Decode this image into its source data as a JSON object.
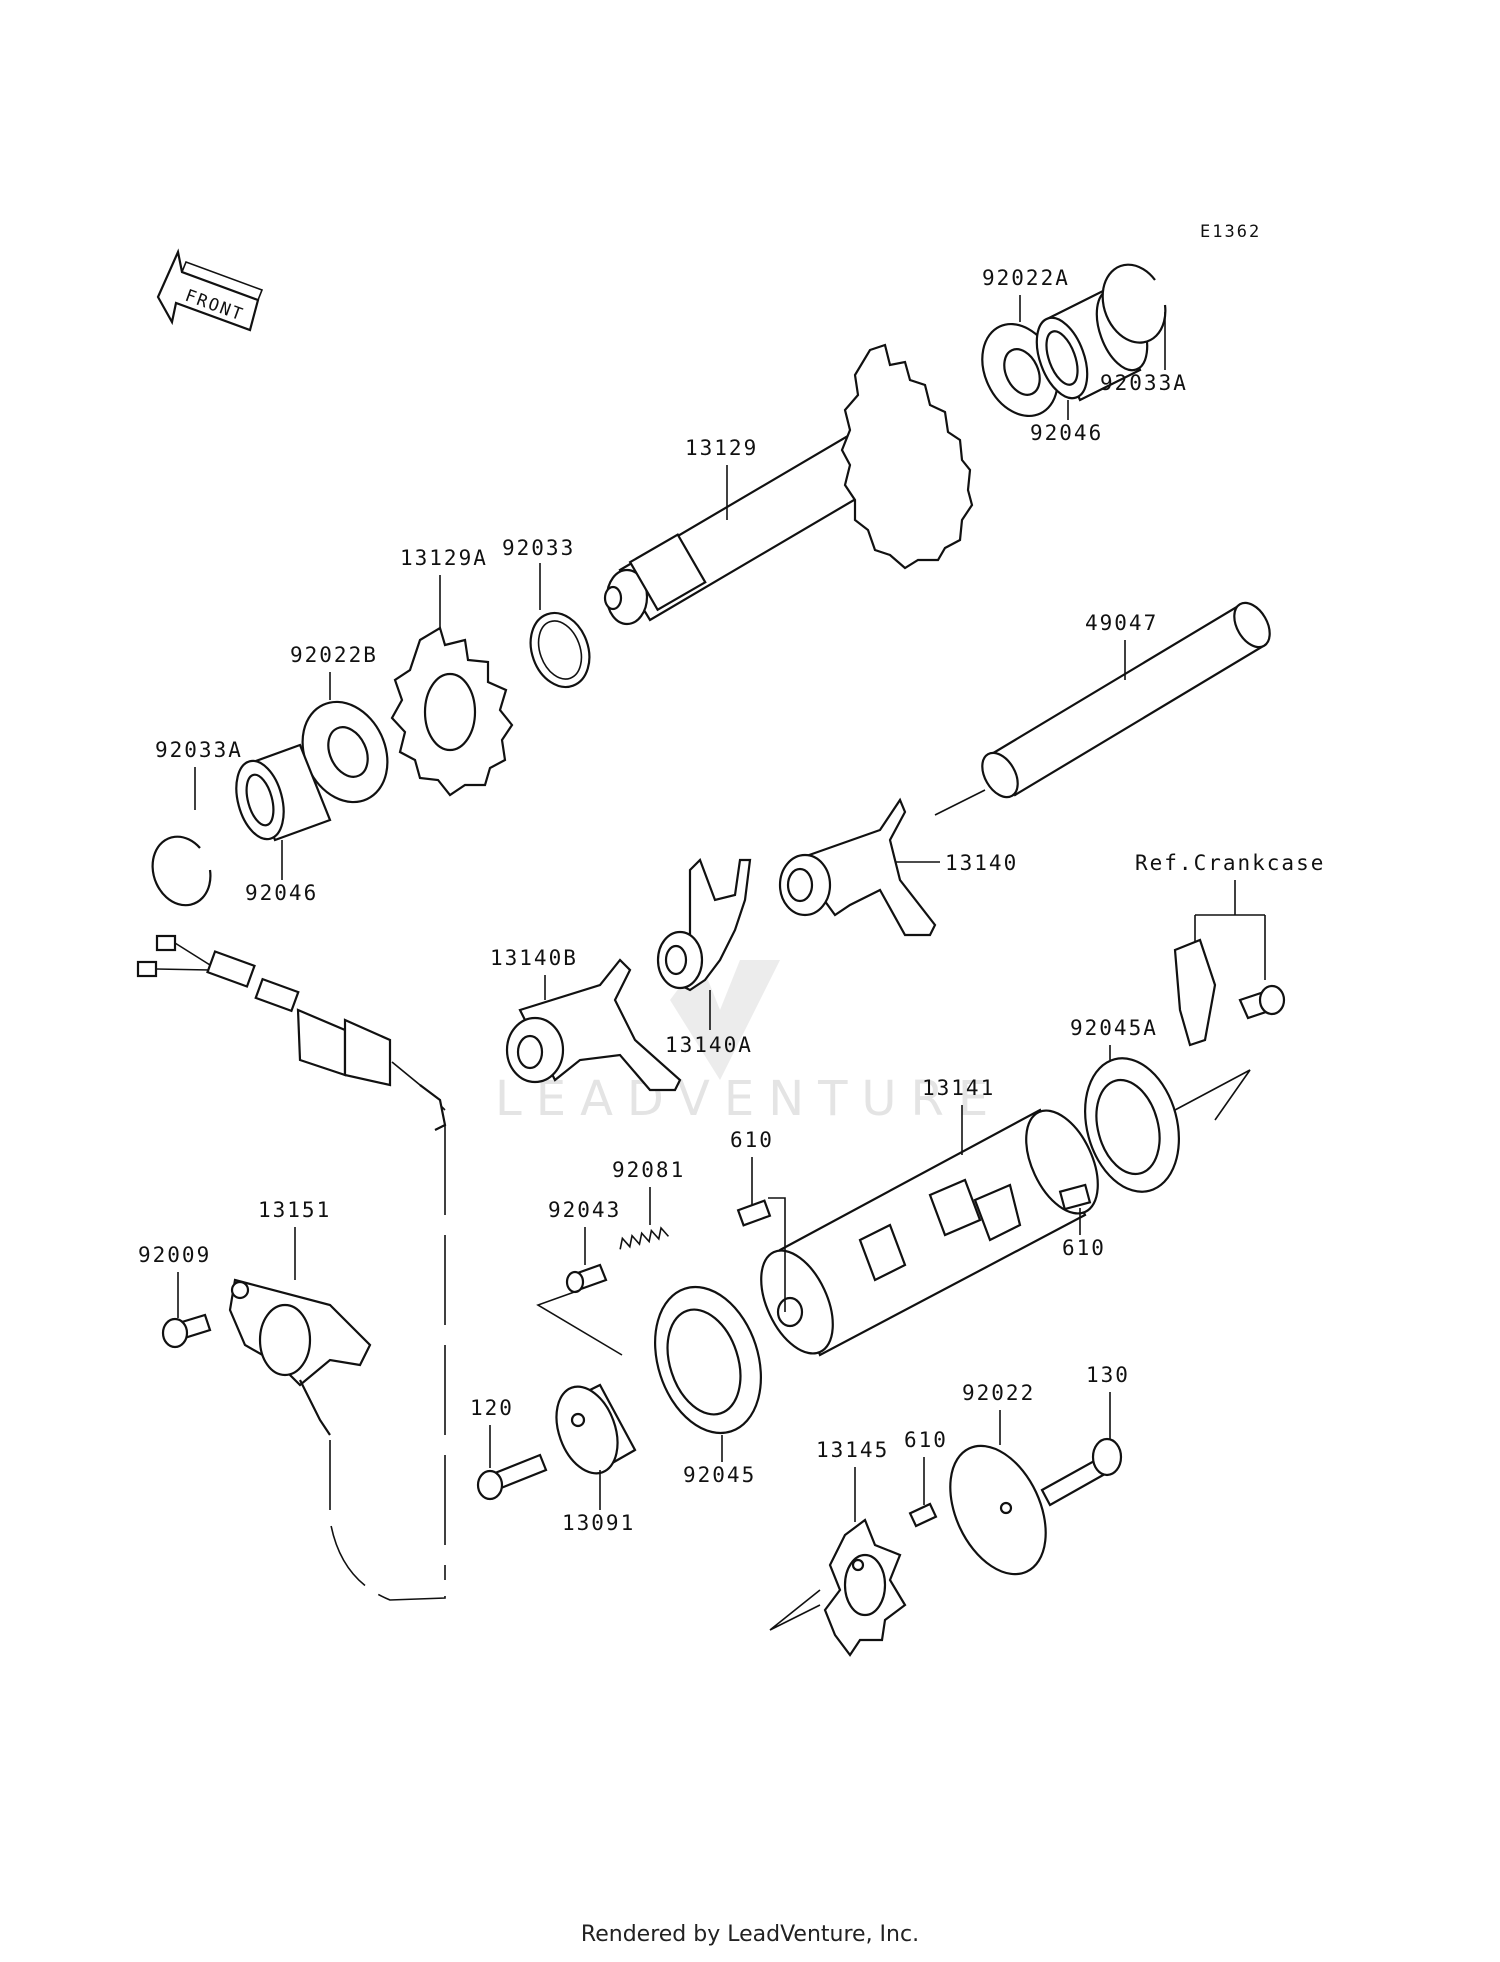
{
  "diagram_code": "E1362",
  "front_label": "FRONT",
  "ref_label": "Ref.Crankcase",
  "watermark": "LEADVENTURE",
  "footer": "Rendered by LeadVenture, Inc.",
  "callouts": {
    "c_92022A": "92022A",
    "c_92033A_top": "92033A",
    "c_92046_top": "92046",
    "c_13129": "13129",
    "c_92033": "92033",
    "c_13129A": "13129A",
    "c_92022B": "92022B",
    "c_92033A_left": "92033A",
    "c_92046_left": "92046",
    "c_49047": "49047",
    "c_13140": "13140",
    "c_13140B": "13140B",
    "c_13140A": "13140A",
    "c_92045A": "92045A",
    "c_13141": "13141",
    "c_610_a": "610",
    "c_92081": "92081",
    "c_92043": "92043",
    "c_610_b": "610",
    "c_13151": "13151",
    "c_92009": "92009",
    "c_120": "120",
    "c_13091": "13091",
    "c_92045": "92045",
    "c_130": "130",
    "c_92022": "92022",
    "c_610_c": "610",
    "c_13145": "13145"
  }
}
